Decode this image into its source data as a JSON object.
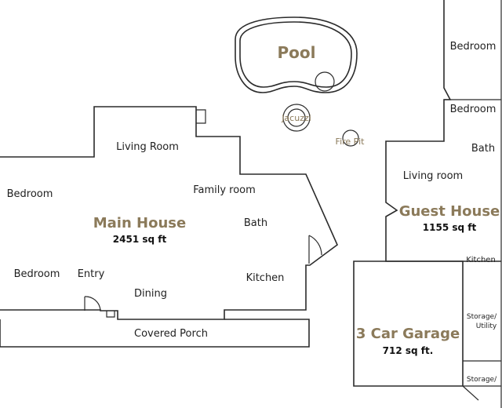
{
  "colors": {
    "accent": "#8b7a5a",
    "wall": "#2b2b2b",
    "text": "#1f1f1f"
  },
  "pool": {
    "label": "Pool",
    "jacuzzi": "Jacuzzi",
    "fire_pit": "Fire Pit"
  },
  "main_house": {
    "title": "Main House",
    "area": "2451 sq ft",
    "rooms": {
      "living_room": "Living Room",
      "family_room": "Family room",
      "bedroom_1": "Bedroom",
      "bedroom_2": "Bedroom",
      "bath": "Bath",
      "entry": "Entry",
      "dining": "Dining",
      "kitchen": "Kitchen",
      "covered_porch": "Covered Porch"
    }
  },
  "guest_house": {
    "title": "Guest House",
    "area": "1155 sq ft",
    "rooms": {
      "bedroom_1": "Bedroom",
      "bedroom_2": "Bedroom",
      "bath": "Bath",
      "living_room": "Living room",
      "kitchen": "Kitchen"
    }
  },
  "garage": {
    "title": "3 Car Garage",
    "area": "712 sq ft.",
    "storage_utility_line1": "Storage/",
    "storage_utility_line2": "Utility",
    "storage": "Storage/"
  }
}
